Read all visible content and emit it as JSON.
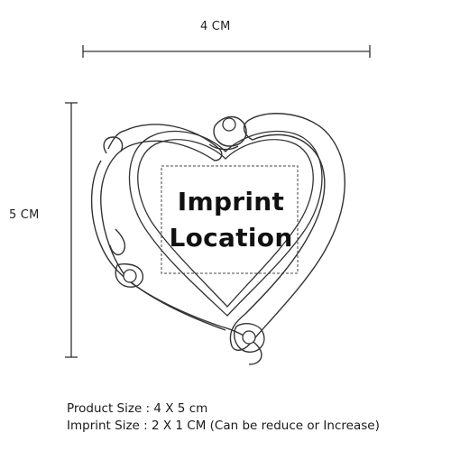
{
  "dimensions": {
    "width_label": "4 CM",
    "height_label": "5 CM"
  },
  "imprint_area": {
    "line1": "Imprint",
    "line2": "Location"
  },
  "specs": {
    "product_size": "Product Size : 4 X 5 cm",
    "imprint_size": "Imprint Size : 2 X 1 CM (Can be reduce or Increase)"
  },
  "colors": {
    "outline": "#333333",
    "text": "#111111",
    "background": "#ffffff"
  }
}
